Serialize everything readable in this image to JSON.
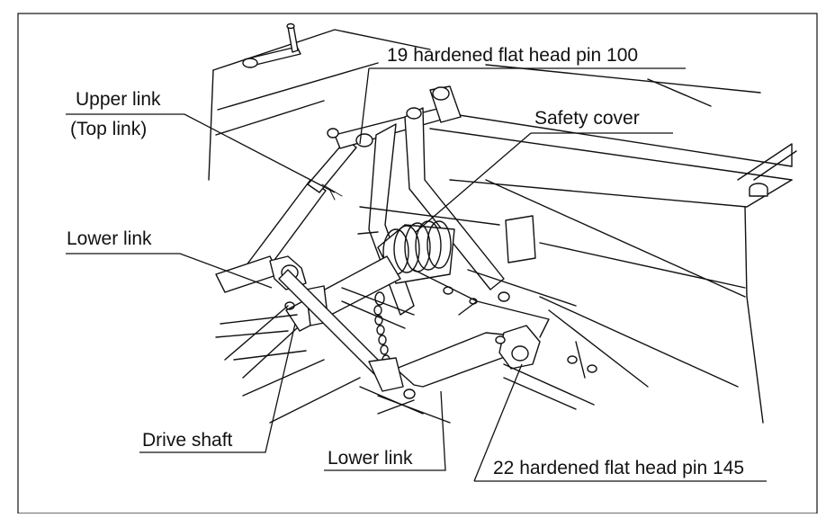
{
  "labels": {
    "upper_link": "Upper link",
    "top_link": "(Top link)",
    "pin_19": "19 hardened flat head pin 100",
    "safety_cover": "Safety cover",
    "lower_link_left": "Lower link",
    "drive_shaft": "Drive shaft",
    "lower_link_bottom": "Lower link",
    "pin_22": "22 hardened flat head pin 145"
  },
  "colors": {
    "line": "#111111",
    "background": "#ffffff"
  }
}
